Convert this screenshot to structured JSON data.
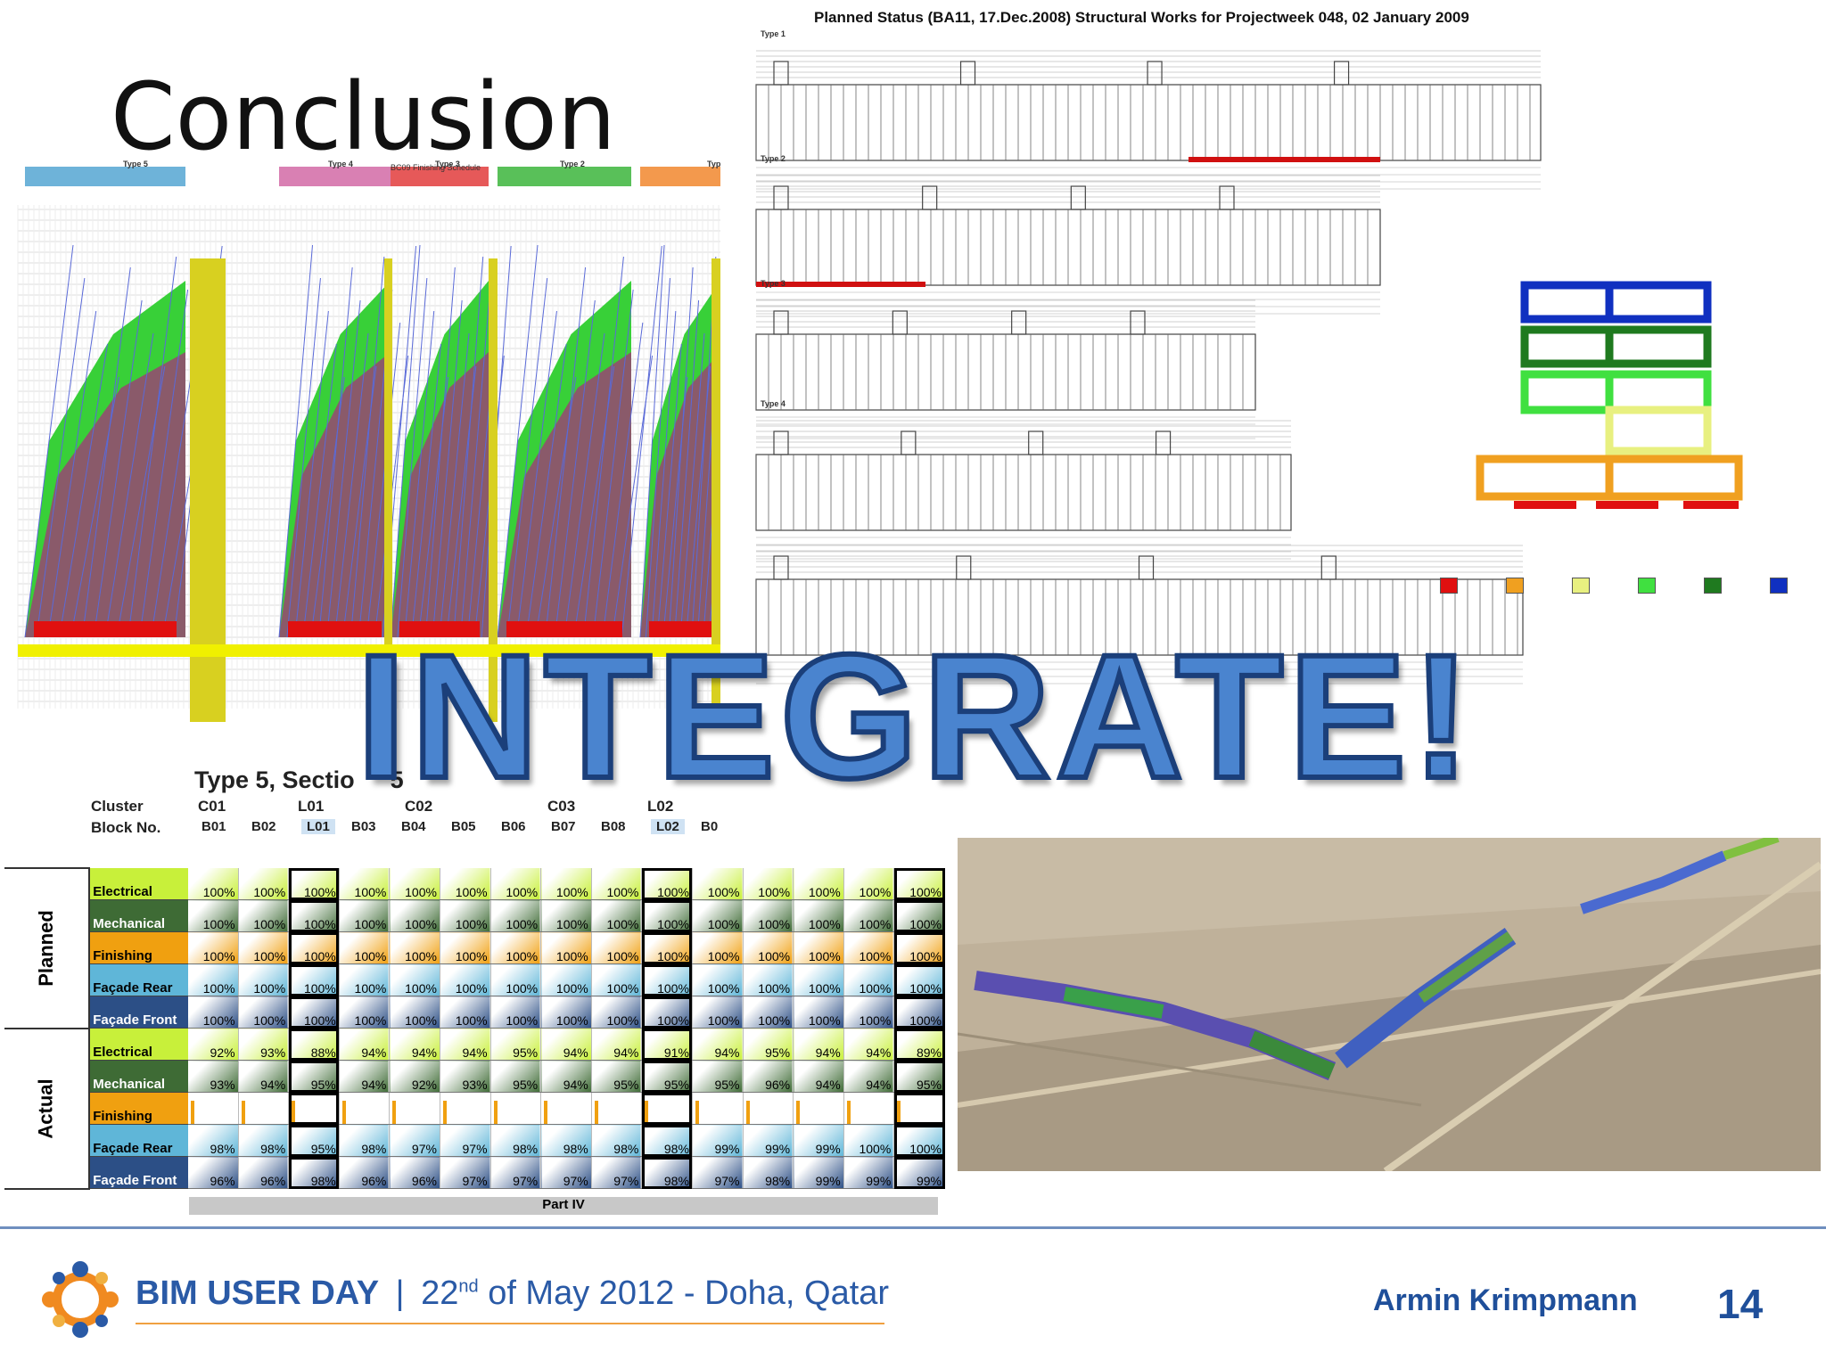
{
  "slide": {
    "title": "Conclusion",
    "number": "14",
    "overlay_text": "INTEGRATE!",
    "presenter": "Armin Krimpmann",
    "event_name": "BIM USER DAY",
    "event_separator": "|",
    "event_day": "22",
    "event_day_suffix": "nd",
    "event_rest": "of May 2012 - Doha, Qatar"
  },
  "finishing_schedule": {
    "header": "BC09 Finishing Schedule",
    "type_labels": [
      "Type 5",
      "Type 4",
      "Type 3",
      "Type 2",
      "Type"
    ]
  },
  "planned_status": {
    "title": "Planned Status (BA11, 17.Dec.2008) Structural Works for Projectweek 048,   02 January 2009",
    "sections": [
      "Type 1",
      "Type 2",
      "Type 3",
      "Type 4"
    ]
  },
  "progress_table": {
    "title": "Type 5, Sectio",
    "title_suffix": "5",
    "cluster_label": "Cluster",
    "block_label": "Block No.",
    "clusters": [
      "C01",
      "L01",
      "C02",
      "C03",
      "L02"
    ],
    "blocks": [
      "B01",
      "B02",
      "L01",
      "B03",
      "B04",
      "B05",
      "B06",
      "B07",
      "B08",
      "L02",
      "B0"
    ],
    "groups": [
      "Planned",
      "Actual"
    ],
    "footer": "Part IV",
    "rows": [
      {
        "group": 0,
        "label": "Electrical",
        "color": "#c8f03a",
        "text": "#000",
        "values": [
          "100%",
          "100%",
          "100%",
          "100%",
          "100%",
          "100%",
          "100%",
          "100%",
          "100%",
          "100%",
          "100%",
          "100%",
          "100%",
          "100%",
          "100%"
        ]
      },
      {
        "group": 0,
        "label": "Mechanical",
        "color": "#3e6b35",
        "text": "#fff",
        "values": [
          "100%",
          "100%",
          "100%",
          "100%",
          "100%",
          "100%",
          "100%",
          "100%",
          "100%",
          "100%",
          "100%",
          "100%",
          "100%",
          "100%",
          "100%"
        ]
      },
      {
        "group": 0,
        "label": "Finishing",
        "color": "#f0a010",
        "text": "#000",
        "values": [
          "100%",
          "100%",
          "100%",
          "100%",
          "100%",
          "100%",
          "100%",
          "100%",
          "100%",
          "100%",
          "100%",
          "100%",
          "100%",
          "100%",
          "100%"
        ]
      },
      {
        "group": 0,
        "label": "Façade Rear",
        "color": "#5fb6d8",
        "text": "#000",
        "values": [
          "100%",
          "100%",
          "100%",
          "100%",
          "100%",
          "100%",
          "100%",
          "100%",
          "100%",
          "100%",
          "100%",
          "100%",
          "100%",
          "100%",
          "100%"
        ]
      },
      {
        "group": 0,
        "label": "Façade Front",
        "color": "#2c4f86",
        "text": "#fff",
        "values": [
          "100%",
          "100%",
          "100%",
          "100%",
          "100%",
          "100%",
          "100%",
          "100%",
          "100%",
          "100%",
          "100%",
          "100%",
          "100%",
          "100%",
          "100%"
        ]
      },
      {
        "group": 1,
        "label": "Electrical",
        "color": "#c8f03a",
        "text": "#000",
        "values": [
          "92%",
          "93%",
          "88%",
          "94%",
          "94%",
          "94%",
          "95%",
          "94%",
          "94%",
          "91%",
          "94%",
          "95%",
          "94%",
          "94%",
          "89%"
        ]
      },
      {
        "group": 1,
        "label": "Mechanical",
        "color": "#3e6b35",
        "text": "#fff",
        "values": [
          "93%",
          "94%",
          "95%",
          "94%",
          "92%",
          "93%",
          "95%",
          "94%",
          "95%",
          "95%",
          "95%",
          "96%",
          "94%",
          "94%",
          "95%"
        ]
      },
      {
        "group": 1,
        "label": "Finishing",
        "color": "#f0a010",
        "text": "#000",
        "values": [
          "",
          "",
          "",
          "",
          "",
          "",
          "",
          "",
          "",
          "",
          "",
          "",
          "",
          "",
          ""
        ]
      },
      {
        "group": 1,
        "label": "Façade Rear",
        "color": "#5fb6d8",
        "text": "#000",
        "values": [
          "98%",
          "98%",
          "95%",
          "98%",
          "97%",
          "97%",
          "98%",
          "98%",
          "98%",
          "98%",
          "99%",
          "99%",
          "99%",
          "100%",
          "100%"
        ]
      },
      {
        "group": 1,
        "label": "Façade Front",
        "color": "#2c4f86",
        "text": "#fff",
        "values": [
          "96%",
          "96%",
          "98%",
          "96%",
          "96%",
          "97%",
          "97%",
          "97%",
          "97%",
          "98%",
          "97%",
          "98%",
          "99%",
          "99%",
          "99%"
        ]
      }
    ],
    "outlined_columns": [
      2,
      9,
      14
    ]
  },
  "section_legend": {
    "colors": [
      "#e01010",
      "#f0a020",
      "#e8f080",
      "#40e040",
      "#1f7a1f",
      "#1030c0"
    ]
  },
  "colors": {
    "accent": "#1f4f9a",
    "overlay": "#4a84cf"
  }
}
